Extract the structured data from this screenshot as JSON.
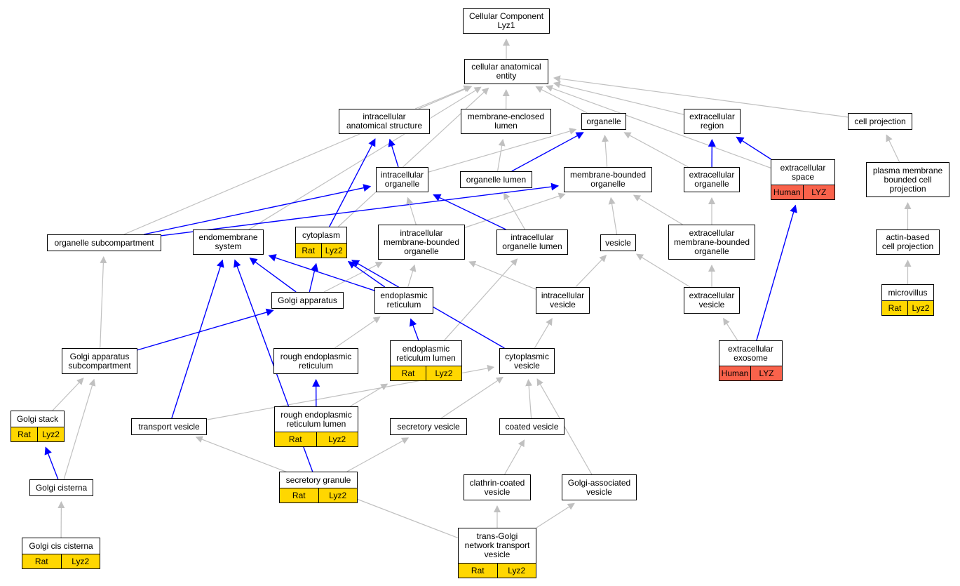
{
  "graph": {
    "colors": {
      "edge_gray": "#c0c0c0",
      "edge_blue": "#0000ff",
      "rat_fill": "#ffd700",
      "human_fill": "#f9624b"
    },
    "nodes": {
      "cc": {
        "label": "Cellular Component\nLyz1"
      },
      "cae": {
        "label": "cellular anatomical\nentity"
      },
      "ias": {
        "label": "intracellular\nanatomical structure"
      },
      "mel": {
        "label": "membrane-enclosed\nlumen"
      },
      "org": {
        "label": "organelle"
      },
      "er": {
        "label": "extracellular\nregion"
      },
      "cp": {
        "label": "cell projection"
      },
      "es": {
        "label": "extracellular\nspace",
        "species": "Human",
        "gene": "LYZ"
      },
      "io": {
        "label": "intracellular\norganelle"
      },
      "ol": {
        "label": "organelle lumen"
      },
      "mbo": {
        "label": "membrane-bounded\norganelle"
      },
      "eo": {
        "label": "extracellular\norganelle"
      },
      "pmbcp": {
        "label": "plasma membrane\nbounded cell\nprojection"
      },
      "osc": {
        "label": "organelle subcompartment"
      },
      "ems": {
        "label": "endomembrane\nsystem"
      },
      "cyt": {
        "label": "cytoplasm",
        "species": "Rat",
        "gene": "Lyz2"
      },
      "imbo": {
        "label": "intracellular\nmembrane-bounded\norganelle"
      },
      "iol": {
        "label": "intracellular\norganelle lumen"
      },
      "ves": {
        "label": "vesicle"
      },
      "embo": {
        "label": "extracellular\nmembrane-bounded\norganelle"
      },
      "acp": {
        "label": "actin-based\ncell projection"
      },
      "ga": {
        "label": "Golgi apparatus"
      },
      "endr": {
        "label": "endoplasmic\nreticulum"
      },
      "iv": {
        "label": "intracellular\nvesicle"
      },
      "ev": {
        "label": "extracellular\nvesicle"
      },
      "mv": {
        "label": "microvillus",
        "species": "Rat",
        "gene": "Lyz2"
      },
      "gasc": {
        "label": "Golgi apparatus\nsubcompartment"
      },
      "rer": {
        "label": "rough endoplasmic\nreticulum"
      },
      "erl": {
        "label": "endoplasmic\nreticulum lumen",
        "species": "Rat",
        "gene": "Lyz2"
      },
      "cv": {
        "label": "cytoplasmic\nvesicle"
      },
      "exo": {
        "label": "extracellular\nexosome",
        "species": "Human",
        "gene": "LYZ"
      },
      "gs": {
        "label": "Golgi stack",
        "species": "Rat",
        "gene": "Lyz2"
      },
      "tv": {
        "label": "transport vesicle"
      },
      "rerl": {
        "label": "rough endoplasmic\nreticulum lumen",
        "species": "Rat",
        "gene": "Lyz2"
      },
      "sv": {
        "label": "secretory vesicle"
      },
      "cov": {
        "label": "coated vesicle"
      },
      "gc": {
        "label": "Golgi cisterna"
      },
      "sg": {
        "label": "secretory granule",
        "species": "Rat",
        "gene": "Lyz2"
      },
      "ccv": {
        "label": "clathrin-coated\nvesicle"
      },
      "gav": {
        "label": "Golgi-associated\nvesicle"
      },
      "gcc": {
        "label": "Golgi cis cisterna",
        "species": "Rat",
        "gene": "Lyz2"
      },
      "tgn": {
        "label": "trans-Golgi\nnetwork transport\nvesicle",
        "species": "Rat",
        "gene": "Lyz2"
      }
    },
    "edges": [
      {
        "from": "cae",
        "to": "cc",
        "kind": "gray"
      },
      {
        "from": "ias",
        "to": "cae",
        "kind": "gray"
      },
      {
        "from": "mel",
        "to": "cae",
        "kind": "gray"
      },
      {
        "from": "org",
        "to": "cae",
        "kind": "gray"
      },
      {
        "from": "er",
        "to": "cae",
        "kind": "gray"
      },
      {
        "from": "cp",
        "to": "cae",
        "kind": "gray"
      },
      {
        "from": "es",
        "to": "cae",
        "kind": "gray"
      },
      {
        "from": "osc",
        "to": "cae",
        "kind": "gray"
      },
      {
        "from": "ems",
        "to": "cae",
        "kind": "gray"
      },
      {
        "from": "cyt",
        "to": "cae",
        "kind": "gray"
      },
      {
        "from": "io",
        "to": "ias",
        "kind": "blue"
      },
      {
        "from": "cyt",
        "to": "ias",
        "kind": "blue"
      },
      {
        "from": "io",
        "to": "org",
        "kind": "gray"
      },
      {
        "from": "ol",
        "to": "org",
        "kind": "blue"
      },
      {
        "from": "ol",
        "to": "mel",
        "kind": "gray"
      },
      {
        "from": "mbo",
        "to": "org",
        "kind": "gray"
      },
      {
        "from": "eo",
        "to": "org",
        "kind": "gray"
      },
      {
        "from": "eo",
        "to": "er",
        "kind": "blue"
      },
      {
        "from": "es",
        "to": "er",
        "kind": "blue"
      },
      {
        "from": "pmbcp",
        "to": "cp",
        "kind": "gray"
      },
      {
        "from": "osc",
        "to": "io",
        "kind": "blue"
      },
      {
        "from": "osc",
        "to": "mbo",
        "kind": "blue"
      },
      {
        "from": "imbo",
        "to": "io",
        "kind": "gray"
      },
      {
        "from": "imbo",
        "to": "mbo",
        "kind": "gray"
      },
      {
        "from": "iol",
        "to": "io",
        "kind": "blue"
      },
      {
        "from": "iol",
        "to": "ol",
        "kind": "gray"
      },
      {
        "from": "ves",
        "to": "mbo",
        "kind": "gray"
      },
      {
        "from": "embo",
        "to": "mbo",
        "kind": "gray"
      },
      {
        "from": "embo",
        "to": "eo",
        "kind": "gray"
      },
      {
        "from": "acp",
        "to": "pmbcp",
        "kind": "gray"
      },
      {
        "from": "mv",
        "to": "acp",
        "kind": "gray"
      },
      {
        "from": "ga",
        "to": "imbo",
        "kind": "gray"
      },
      {
        "from": "ga",
        "to": "ems",
        "kind": "blue"
      },
      {
        "from": "ga",
        "to": "cyt",
        "kind": "blue"
      },
      {
        "from": "endr",
        "to": "imbo",
        "kind": "gray"
      },
      {
        "from": "endr",
        "to": "ems",
        "kind": "blue"
      },
      {
        "from": "endr",
        "to": "cyt",
        "kind": "blue"
      },
      {
        "from": "iv",
        "to": "imbo",
        "kind": "gray"
      },
      {
        "from": "iv",
        "to": "ves",
        "kind": "gray"
      },
      {
        "from": "ev",
        "to": "ves",
        "kind": "gray"
      },
      {
        "from": "ev",
        "to": "embo",
        "kind": "gray"
      },
      {
        "from": "gasc",
        "to": "osc",
        "kind": "gray"
      },
      {
        "from": "gasc",
        "to": "ga",
        "kind": "blue"
      },
      {
        "from": "rer",
        "to": "endr",
        "kind": "gray"
      },
      {
        "from": "erl",
        "to": "endr",
        "kind": "blue"
      },
      {
        "from": "erl",
        "to": "iol",
        "kind": "gray"
      },
      {
        "from": "cv",
        "to": "iv",
        "kind": "gray"
      },
      {
        "from": "cv",
        "to": "cyt",
        "kind": "blue"
      },
      {
        "from": "exo",
        "to": "ev",
        "kind": "gray"
      },
      {
        "from": "exo",
        "to": "es",
        "kind": "blue"
      },
      {
        "from": "gs",
        "to": "gasc",
        "kind": "gray"
      },
      {
        "from": "tv",
        "to": "cv",
        "kind": "gray"
      },
      {
        "from": "tv",
        "to": "ems",
        "kind": "blue"
      },
      {
        "from": "rerl",
        "to": "rer",
        "kind": "blue"
      },
      {
        "from": "rerl",
        "to": "erl",
        "kind": "gray"
      },
      {
        "from": "sv",
        "to": "cv",
        "kind": "gray"
      },
      {
        "from": "cov",
        "to": "cv",
        "kind": "gray"
      },
      {
        "from": "gc",
        "to": "gasc",
        "kind": "gray"
      },
      {
        "from": "gc",
        "to": "gs",
        "kind": "blue"
      },
      {
        "from": "sg",
        "to": "sv",
        "kind": "gray"
      },
      {
        "from": "sg",
        "to": "ems",
        "kind": "blue"
      },
      {
        "from": "ccv",
        "to": "cov",
        "kind": "gray"
      },
      {
        "from": "gav",
        "to": "cv",
        "kind": "gray"
      },
      {
        "from": "gcc",
        "to": "gc",
        "kind": "gray"
      },
      {
        "from": "tgn",
        "to": "ccv",
        "kind": "gray"
      },
      {
        "from": "tgn",
        "to": "gav",
        "kind": "gray"
      },
      {
        "from": "tgn",
        "to": "tv",
        "kind": "gray"
      }
    ]
  }
}
